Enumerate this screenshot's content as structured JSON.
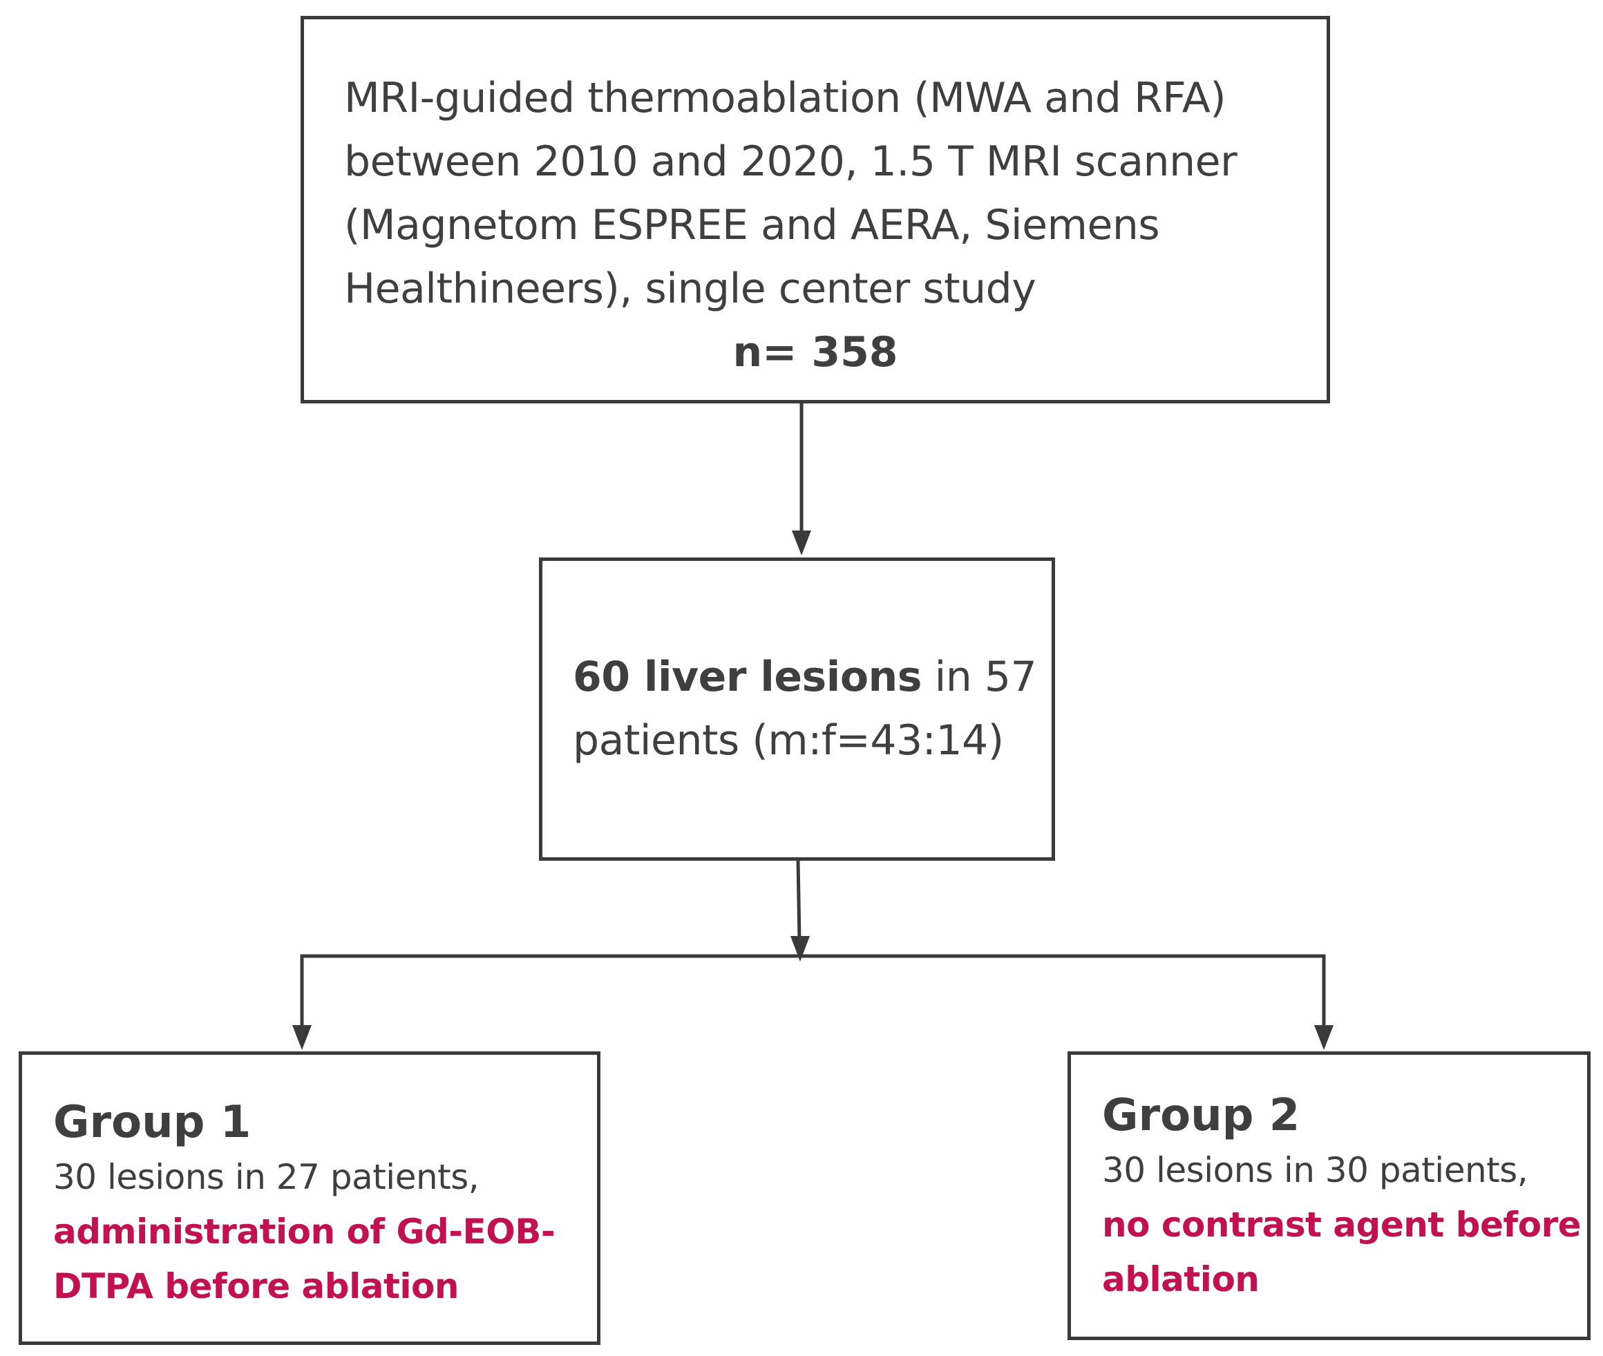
{
  "top_box": {
    "description": "MRI-guided thermoablation (MWA and RFA) between 2010 and 2020, 1.5 T MRI scanner (Magnetom ESPREE and AERA, Siemens Healthineers), single center study",
    "count": "n= 358"
  },
  "middle_box": {
    "bold_text": "60 liver lesions",
    "text": " in 57 patients (m:f=43:14)"
  },
  "group1": {
    "title": "Group 1",
    "detail": "30 lesions in 27 patients,",
    "note": "administration of Gd-EOB-DTPA before ablation"
  },
  "group2": {
    "title": "Group 2",
    "detail": "30 lesions in 30 patients,",
    "note": "no contrast agent before ablation"
  },
  "colors": {
    "border": "#3a3a3a",
    "text": "#3f3f3f",
    "highlight": "#c1124f"
  }
}
